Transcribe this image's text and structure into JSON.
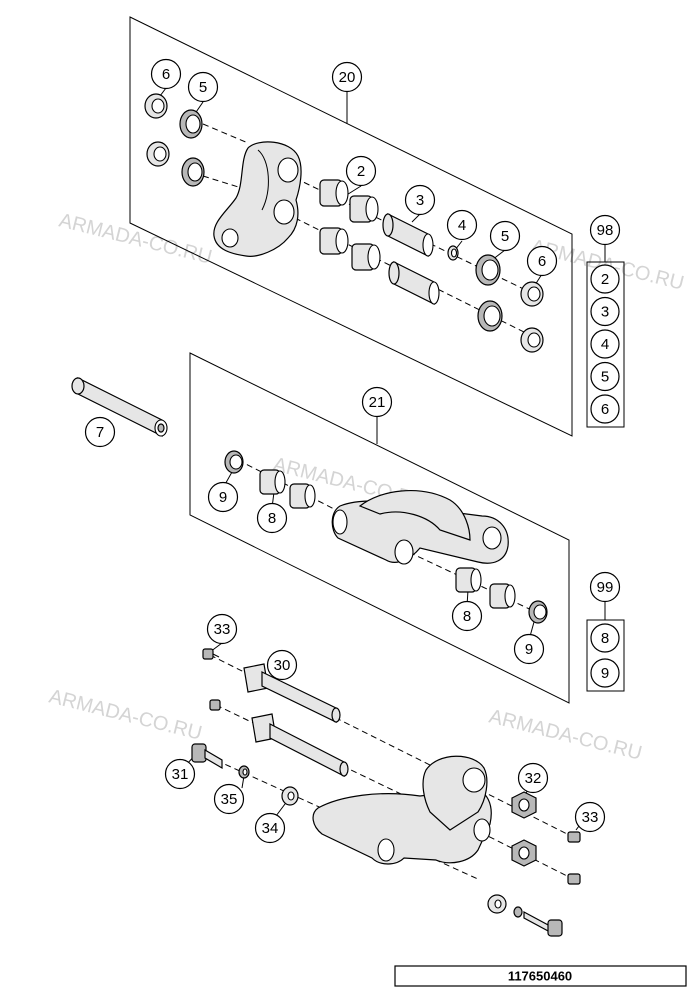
{
  "watermark": "ARMADA-CO.RU",
  "reference_number": "117650460",
  "callouts": {
    "c6a": "6",
    "c5a": "5",
    "c20": "20",
    "c2": "2",
    "c3": "3",
    "c4": "4",
    "c5b": "5",
    "c6b": "6",
    "c98": "98",
    "c7": "7",
    "c21": "21",
    "c9a": "9",
    "c8a": "8",
    "c8b": "8",
    "c9b": "9",
    "c99": "99",
    "c33a": "33",
    "c30": "30",
    "c31": "31",
    "c35": "35",
    "c34": "34",
    "c32": "32",
    "c33b": "33"
  },
  "kit98_items": [
    "2",
    "3",
    "4",
    "5",
    "6"
  ],
  "kit99_items": [
    "8",
    "9"
  ]
}
